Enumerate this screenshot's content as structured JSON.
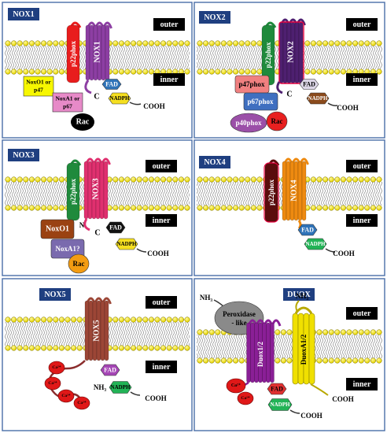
{
  "panels": [
    {
      "key": "nox1",
      "title": "NOX1",
      "outer": "outer",
      "inner": "inner",
      "p22_label": "p22phox",
      "core_label": "NOX1",
      "c_label": "C",
      "fad": "FAD",
      "nadph": "NADPH",
      "cooh": "COOH",
      "sub1_l1": "NoxO1 or",
      "sub1_l2": "p47",
      "sub2_l1": "NoxA1 or",
      "sub2_l2": "p67",
      "rac": "Rac"
    },
    {
      "key": "nox2",
      "title": "NOX2",
      "outer": "outer",
      "inner": "inner",
      "p22_label": "p22phox",
      "core_label": "NOX2",
      "c_label": "C",
      "fad": "FAD",
      "nadph": "NADPH",
      "cooh": "COOH",
      "p47": "p47phox",
      "p67": "p67phox",
      "p40": "p40phox",
      "rac": "Rac"
    },
    {
      "key": "nox3",
      "title": "NOX3",
      "outer": "outer",
      "inner": "inner",
      "p22_label": "p22phox",
      "core_label": "NOX3",
      "n_label": "N",
      "c_label": "C",
      "fad": "FAD",
      "nadph": "NADPH",
      "cooh": "COOH",
      "noxo1": "NoxO1",
      "noxa1": "NoxA1?",
      "rac": "Rac"
    },
    {
      "key": "nox4",
      "title": "NOX4",
      "outer": "outer",
      "inner": "inner",
      "p22_label": "p22phox",
      "core_label": "NOX4",
      "fad": "FAD",
      "nadph": "NADPH",
      "cooh": "COOH"
    },
    {
      "key": "nox5",
      "title": "NOX5",
      "outer": "outer",
      "inner": "inner",
      "core_label": "NOX5",
      "ca": "Ca²⁺",
      "nh3": "NH₃",
      "fad": "FAD",
      "nadph": "NADPH",
      "cooh": "COOH"
    },
    {
      "key": "duox",
      "title": "DUOX",
      "outer": "outer",
      "inner": "inner",
      "nh3_left": "NH₃",
      "nh3_right": "NH₃",
      "perox_l1": "Peroxidase",
      "perox_l2": "- like",
      "core_label": "Duox1/2",
      "duoxa_label": "DuoxA1/2",
      "ca": "Ca²⁺",
      "fad": "FAD",
      "nadph": "NADPH",
      "cooh": "COOH",
      "cooh_right": "COOH"
    }
  ],
  "colors": {
    "panel_border": "#4a6ea8",
    "title_bg": "#1f3f80",
    "head_fill": "#f5e400",
    "p22_green": "#1f8a3c",
    "p22_red": "#e81d1d",
    "p22_brown": "#5a0c0c",
    "nox1_purple": "#8d3ea3",
    "nox2_purple": "#4e2070",
    "nox3_pink": "#e0306f",
    "nox4_orange": "#ee8a10",
    "nox5_brown": "#9c4636",
    "duox_purple": "#8a1f96",
    "duoxa_yellow": "#f0e000",
    "fad_blue": "#2f73b8",
    "fad_gray": "#dcd6e6",
    "fad_black": "#111111",
    "fad_purple": "#a546b5",
    "fad_red": "#e03030",
    "nadph_yellow": "#f5df20",
    "nadph_brown": "#8a4a1c",
    "nadph_green": "#22b356",
    "ca_red": "#e01818",
    "rac_black": "#000000",
    "rac_red": "#e82020",
    "rac_orange": "#f39c12",
    "p47_pink": "#f08080",
    "p67_blue": "#3f6fc0",
    "p40_purple": "#9b4fa8",
    "noxo1_brown": "#9a4212",
    "noxa1_purple": "#7a6aae",
    "perox_gray": "#8a8a8a"
  }
}
